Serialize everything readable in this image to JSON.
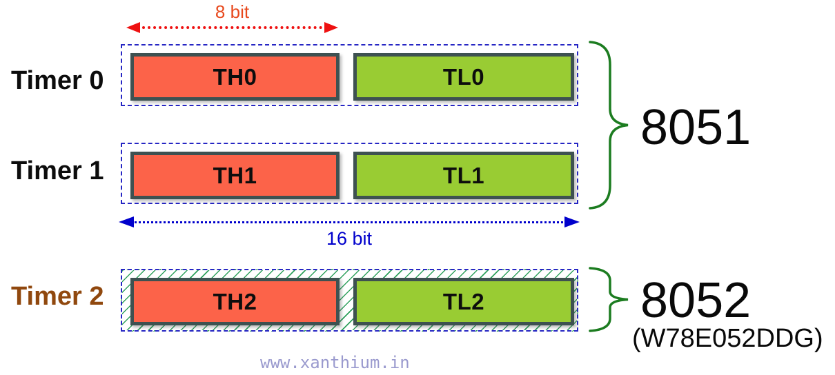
{
  "timers": [
    {
      "label": "Timer 0",
      "high": "TH0",
      "low": "TL0"
    },
    {
      "label": "Timer 1",
      "high": "TH1",
      "low": "TL1"
    },
    {
      "label": "Timer 2",
      "high": "TH2",
      "low": "TL2"
    }
  ],
  "size_labels": {
    "high_byte": "8 bit",
    "full_register": "16 bit"
  },
  "chips": [
    {
      "name": "8051"
    },
    {
      "name": "8052",
      "part_number": "(W78E052DDG)"
    }
  ],
  "watermark": "www.xanthium.in",
  "colors": {
    "high_register_fill": "#fc6349",
    "low_register_fill": "#99cc33",
    "register_border": "#3e5151",
    "group_dashed_outline": "#2626c4",
    "timer2_hatch_line": "#2ea05c",
    "brace": "#1c7c20",
    "timer2_label": "#90480e",
    "bit8_label": "#e8491d",
    "bit8_arrow": "#ee1111",
    "bit16_label_arrow": "#0000cc",
    "watermark": "#9a9ace"
  }
}
